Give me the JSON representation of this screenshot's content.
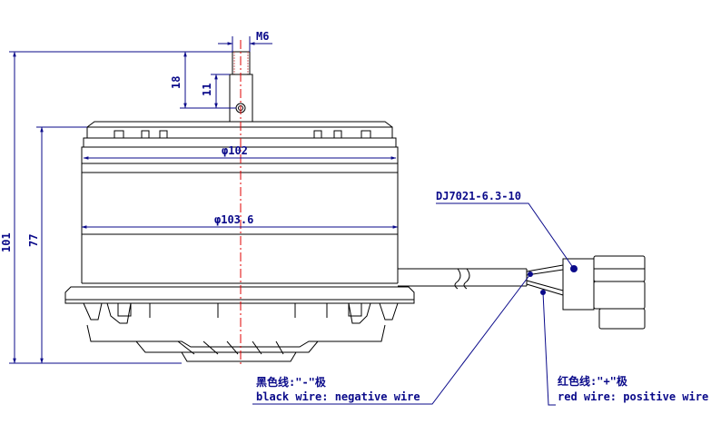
{
  "dimensions": {
    "thread": "M6",
    "shaft_length": "18",
    "hole_offset": "11",
    "total_height": "101",
    "body_height": "77",
    "top_diameter": "φ102",
    "body_diameter": "φ103.6"
  },
  "connector": {
    "part_number": "DJ7021-6.3-10"
  },
  "wires": {
    "black_cn": "黑色线:\"-\"极",
    "black_en": "black wire: negative wire",
    "red_cn": "红色线:\"+\"极",
    "red_en": "red wire: positive wire"
  },
  "colors": {
    "outline": "#000000",
    "dimension": "#0a0a8a",
    "centerline": "#e00000",
    "thread": "#d06a6a"
  }
}
